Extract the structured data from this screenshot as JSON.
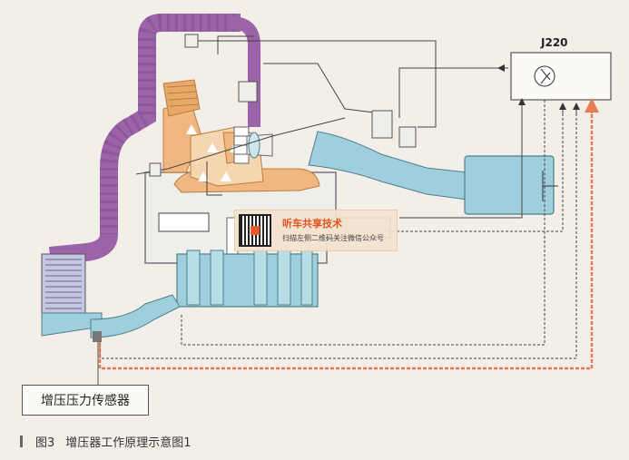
{
  "ecu": {
    "label": "J220"
  },
  "sensor": {
    "label": "增压压力传感器"
  },
  "overlay": {
    "title": "听车共享技术",
    "subtitle": "扫描左侧二维码关注微信公众号"
  },
  "caption": {
    "figure": "图3",
    "title": "增压器工作原理示意图1"
  },
  "colors": {
    "exhaust": "#9b64a9",
    "intake": "#9fcfdc",
    "engine": "#f0b880",
    "engine_light": "#f6d6b0",
    "block": "#eeeeea",
    "signal_line": "#e57b52",
    "wire": "#444444"
  }
}
